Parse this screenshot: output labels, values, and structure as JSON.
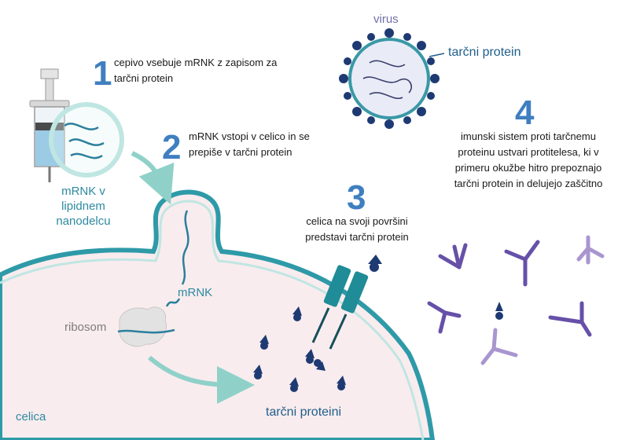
{
  "labels": {
    "virus": "virus",
    "target_protein": "tarčni protein",
    "mrna_lnp": "mRNK v lipidnem nanodelcu",
    "mrna": "mRNK",
    "ribosome": "ribosom",
    "cell": "celica",
    "target_proteins": "tarčni proteini"
  },
  "steps": [
    {
      "number": "1",
      "text": "cepivo vsebuje mRNK z zapisom za tarčni protein"
    },
    {
      "number": "2",
      "text": "mRNK vstopi v celico in se prepiše v tarčni protein"
    },
    {
      "number": "3",
      "text": "celica na svoji površini predstavi tarčni protein"
    },
    {
      "number": "4",
      "text": "imunski sistem proti tarčnemu proteinu ustvari protitelesa, ki v primeru okužbe hitro prepoznajo tarčni protein in delujejo zaščitno"
    }
  ],
  "colors": {
    "membrane": "#2e9aa8",
    "membrane_fill": "#f9ecee",
    "lnp_ring": "#bfe6e2",
    "mrna_strand": "#2b7f9c",
    "protein": "#1e3a73",
    "receptor": "#1f8c97",
    "antibody_dark": "#6650a8",
    "antibody_light": "#a996cf",
    "accent_blue": "#3f7fc0"
  }
}
